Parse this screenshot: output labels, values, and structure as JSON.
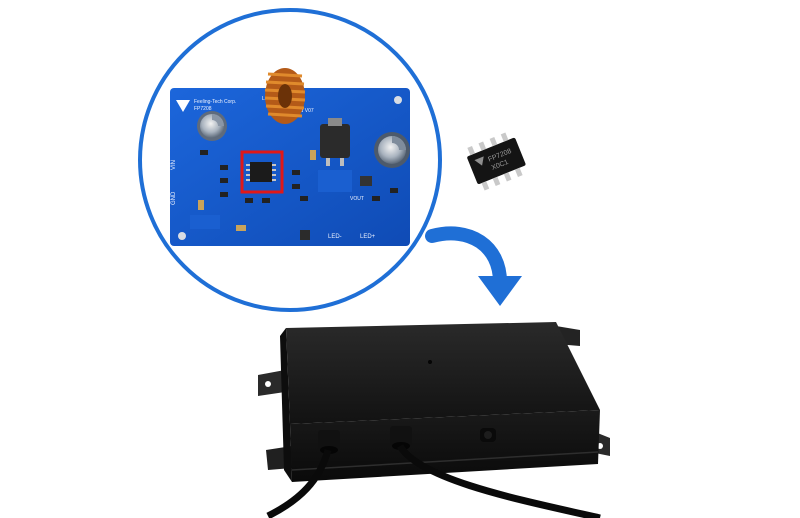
{
  "board": {
    "brand": "Feeling-Tech Corp.",
    "model": "FP7208",
    "board_label": "Board V07",
    "labels": {
      "l1": "L1",
      "vin": "VIN",
      "gnd": "GND",
      "vout": "VOUT",
      "led_minus": "LED-",
      "led_plus": "LED+"
    }
  },
  "chip": {
    "marking_line1": "FP7208",
    "marking_line2": "X0C1"
  },
  "colors": {
    "highlight_circle": "#1f6fd6",
    "arrow": "#1f6fd6",
    "pcb": "#1457c9",
    "ic_highlight": "#e01818",
    "enclosure": "#1b1b1b"
  }
}
